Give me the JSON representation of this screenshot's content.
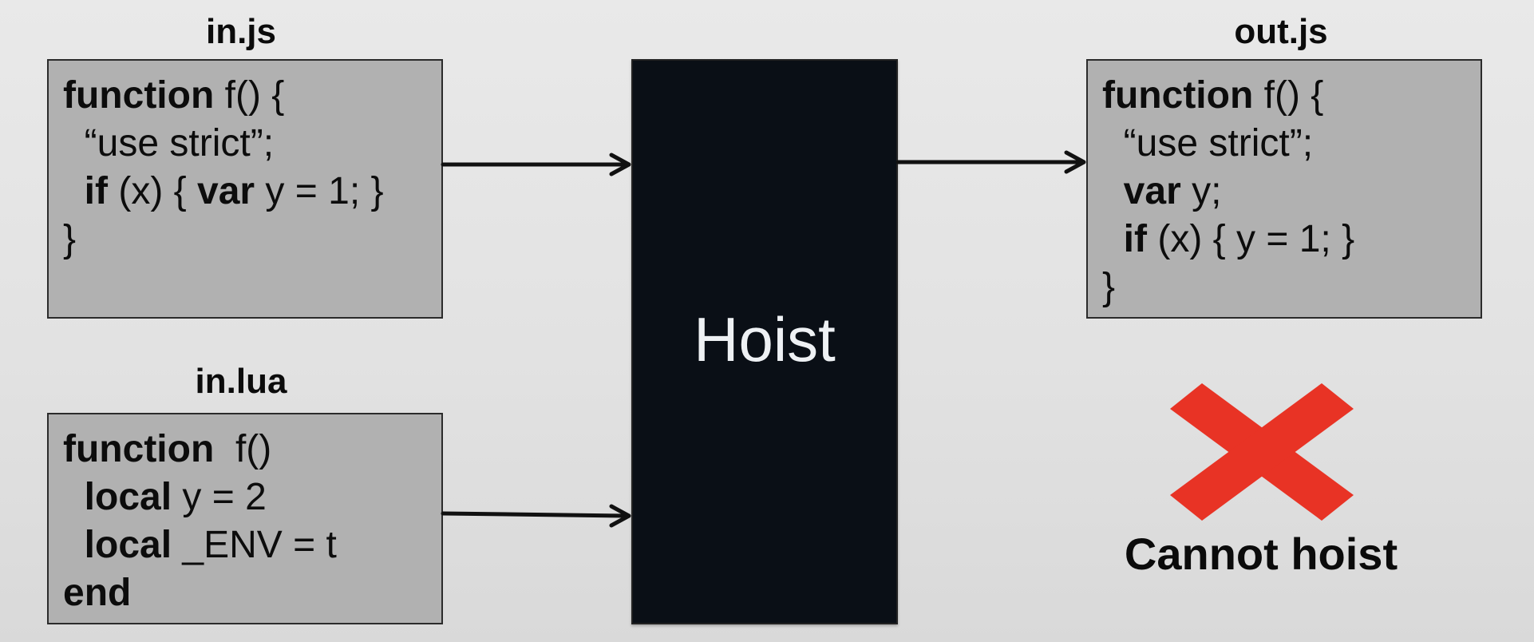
{
  "in_js": {
    "title": "in.js",
    "lines": [
      {
        "kw": "function",
        "rest": " f() {"
      },
      {
        "indent": "  ",
        "kw": "",
        "rest": "“use strict”;"
      },
      {
        "indent": "  ",
        "kw": "if",
        "rest": " (x) { ",
        "kw2": "var",
        "rest2": " y = 1; }"
      },
      {
        "kw": "",
        "rest": "}"
      }
    ]
  },
  "in_lua": {
    "title": "in.lua",
    "lines": [
      {
        "kw": "function",
        "rest": "  f()"
      },
      {
        "indent": "  ",
        "kw": "local",
        "rest": " y = 2"
      },
      {
        "indent": "  ",
        "kw": "local",
        "rest": " _ENV = t"
      },
      {
        "kw": "end",
        "rest": ""
      }
    ]
  },
  "out_js": {
    "title": "out.js",
    "lines": [
      {
        "kw": "function",
        "rest": " f() {"
      },
      {
        "indent": "  ",
        "kw": "",
        "rest": "“use strict”;"
      },
      {
        "indent": "  ",
        "kw": "var",
        "rest": " y;"
      },
      {
        "indent": "  ",
        "kw": "if",
        "rest": " (x) { y = 1; }"
      },
      {
        "kw": "",
        "rest": "}"
      }
    ]
  },
  "hoist": {
    "label": "Hoist"
  },
  "result": {
    "label": "Cannot hoist",
    "icon": "red-x-icon",
    "color": "#e83325"
  }
}
